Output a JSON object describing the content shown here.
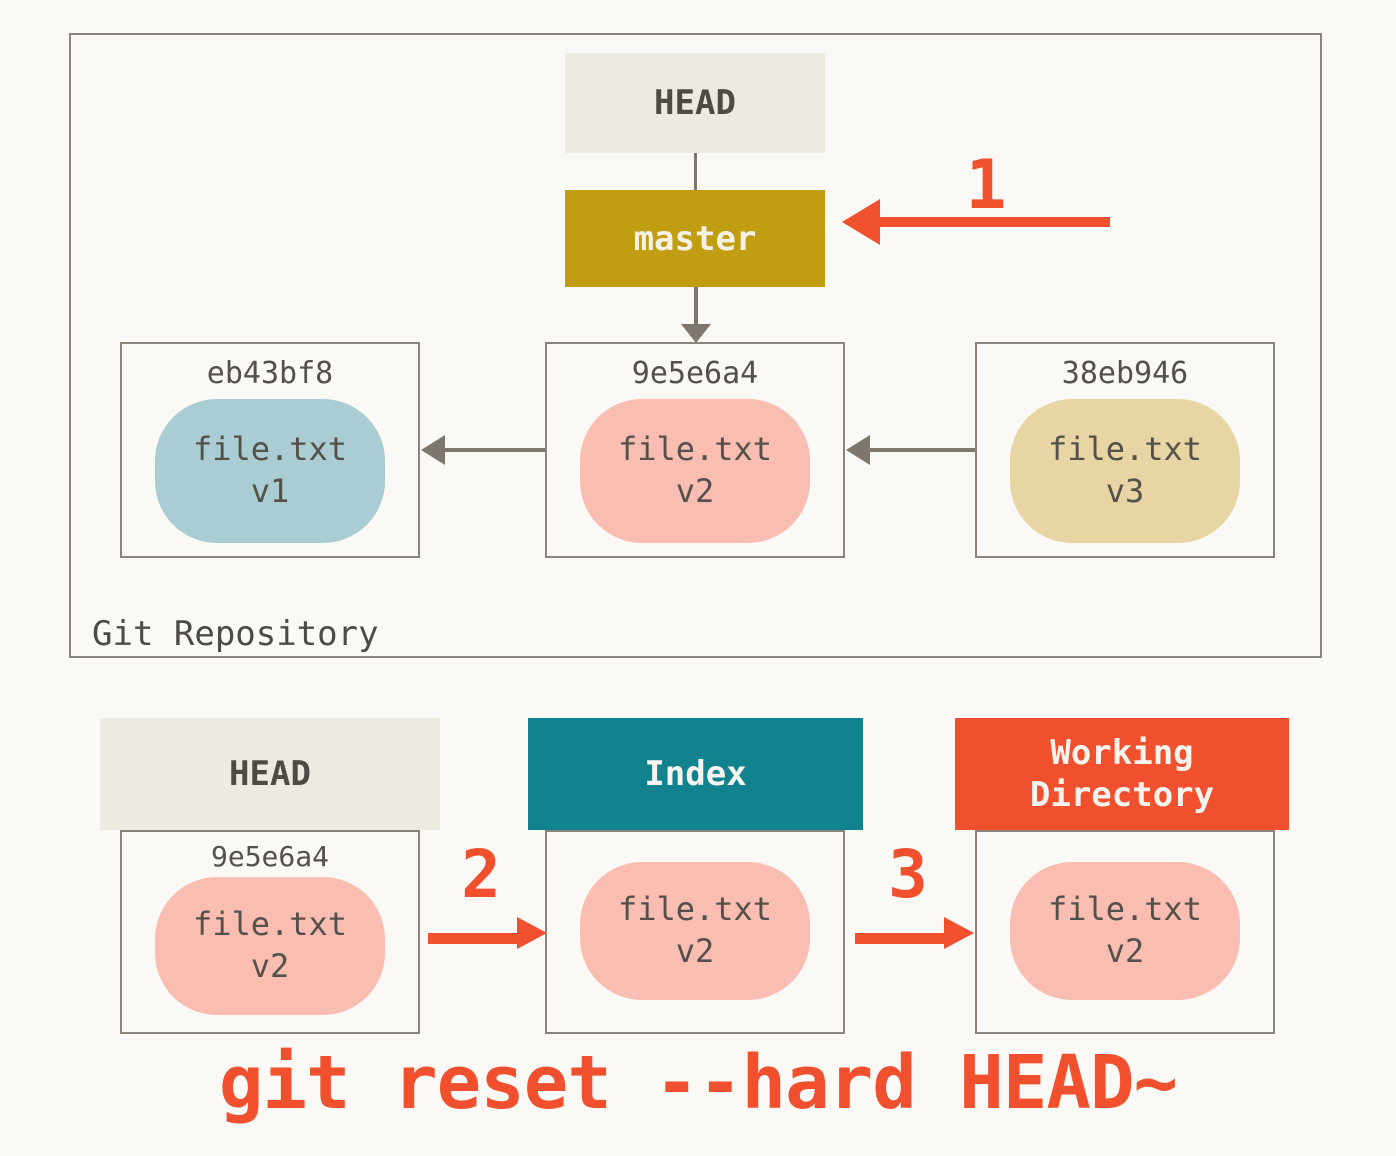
{
  "diagram_title": "git reset --hard HEAD~",
  "caption": "git reset --hard HEAD~",
  "repo": {
    "label": "Git Repository",
    "head_label": "HEAD",
    "branch_label": "master",
    "commits": [
      {
        "hash": "eb43bf8",
        "file": "file.txt",
        "version": "v1",
        "blob_color": "#A9CDD3"
      },
      {
        "hash": "9e5e6a4",
        "file": "file.txt",
        "version": "v2",
        "blob_color": "#F9BDB1"
      },
      {
        "hash": "38eb946",
        "file": "file.txt",
        "version": "v3",
        "blob_color": "#E7D5A4"
      }
    ]
  },
  "steps": {
    "one": "1",
    "two": "2",
    "three": "3"
  },
  "columns": {
    "head": {
      "title": "HEAD",
      "hash": "9e5e6a4",
      "file": "file.txt",
      "version": "v2"
    },
    "index": {
      "title": "Index",
      "file": "file.txt",
      "version": "v2"
    },
    "working_directory": {
      "title": "Working Directory",
      "file": "file.txt",
      "version": "v2"
    }
  },
  "colors": {
    "background": "#FAF9F6",
    "accent_red": "#F0502E",
    "branch_gold": "#C19D12",
    "index_teal": "#12828E",
    "header_beige": "#ECEAE1",
    "box_border_gray": "#8A847C",
    "arrow_gray": "#7D776F",
    "blob_blue": "#A9CDD3",
    "blob_pink": "#F9BDB1",
    "blob_tan": "#E7D5A4",
    "text_dark": "#4E4A44"
  }
}
